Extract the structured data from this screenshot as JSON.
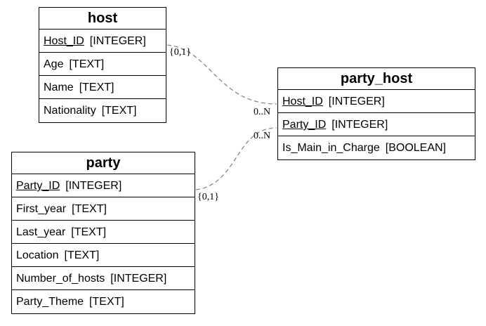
{
  "entities": {
    "host": {
      "name": "host",
      "attributes": [
        {
          "name": "Host_ID",
          "type": "[INTEGER]",
          "pk": true
        },
        {
          "name": "Age",
          "type": "[TEXT]",
          "pk": false
        },
        {
          "name": "Name",
          "type": "[TEXT]",
          "pk": false
        },
        {
          "name": "Nationality",
          "type": "[TEXT]",
          "pk": false
        }
      ]
    },
    "party_host": {
      "name": "party_host",
      "attributes": [
        {
          "name": "Host_ID",
          "type": "[INTEGER]",
          "pk": true
        },
        {
          "name": "Party_ID",
          "type": "[INTEGER]",
          "pk": true
        },
        {
          "name": "Is_Main_in_Charge",
          "type": "[BOOLEAN]",
          "pk": false
        }
      ]
    },
    "party": {
      "name": "party",
      "attributes": [
        {
          "name": "Party_ID",
          "type": "[INTEGER]",
          "pk": true
        },
        {
          "name": "First_year",
          "type": "[TEXT]",
          "pk": false
        },
        {
          "name": "Last_year",
          "type": "[TEXT]",
          "pk": false
        },
        {
          "name": "Location",
          "type": "[TEXT]",
          "pk": false
        },
        {
          "name": "Number_of_hosts",
          "type": "[INTEGER]",
          "pk": false
        },
        {
          "name": "Party_Theme",
          "type": "[TEXT]",
          "pk": false
        }
      ]
    }
  },
  "relationships": [
    {
      "from": "host.Host_ID",
      "to": "party_host.Host_ID",
      "from_card": "{0,1}",
      "to_card": "0..N"
    },
    {
      "from": "party.Party_ID",
      "to": "party_host.Party_ID",
      "from_card": "{0,1}",
      "to_card": "0..N"
    }
  ]
}
